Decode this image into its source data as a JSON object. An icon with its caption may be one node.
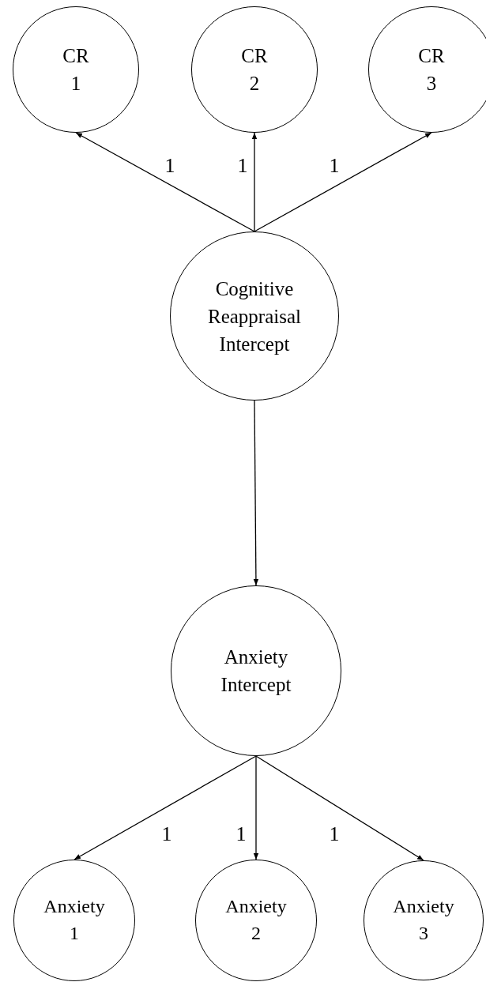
{
  "diagram": {
    "nodes": [
      {
        "text": [
          "CR 1"
        ]
      },
      {
        "text": [
          "CR 2"
        ]
      },
      {
        "text": [
          "CR 3"
        ]
      },
      {
        "text": [
          "Cognitive Reappraisal Intercept"
        ]
      },
      {
        "text": [
          "Anxiety Intercept"
        ]
      },
      {
        "text": [
          "Anxiety 1"
        ]
      },
      {
        "text": [
          "Anxiety 2"
        ]
      },
      {
        "text": [
          "Anxiety 3"
        ]
      }
    ],
    "edges": [
      {
        "from": 3,
        "to": 0,
        "arrow": "to",
        "label": "1"
      },
      {
        "from": 3,
        "to": 1,
        "arrow": "to",
        "label": "1"
      },
      {
        "from": 3,
        "to": 2,
        "arrow": "to",
        "label": "1"
      },
      {
        "from": 3,
        "to": 4,
        "arrow": "to"
      },
      {
        "from": 4,
        "to": 5,
        "arrow": "to",
        "label": "1"
      },
      {
        "from": 4,
        "to": 6,
        "arrow": "to",
        "label": "1"
      },
      {
        "from": 4,
        "to": 7,
        "arrow": "to",
        "label": "1"
      }
    ]
  }
}
